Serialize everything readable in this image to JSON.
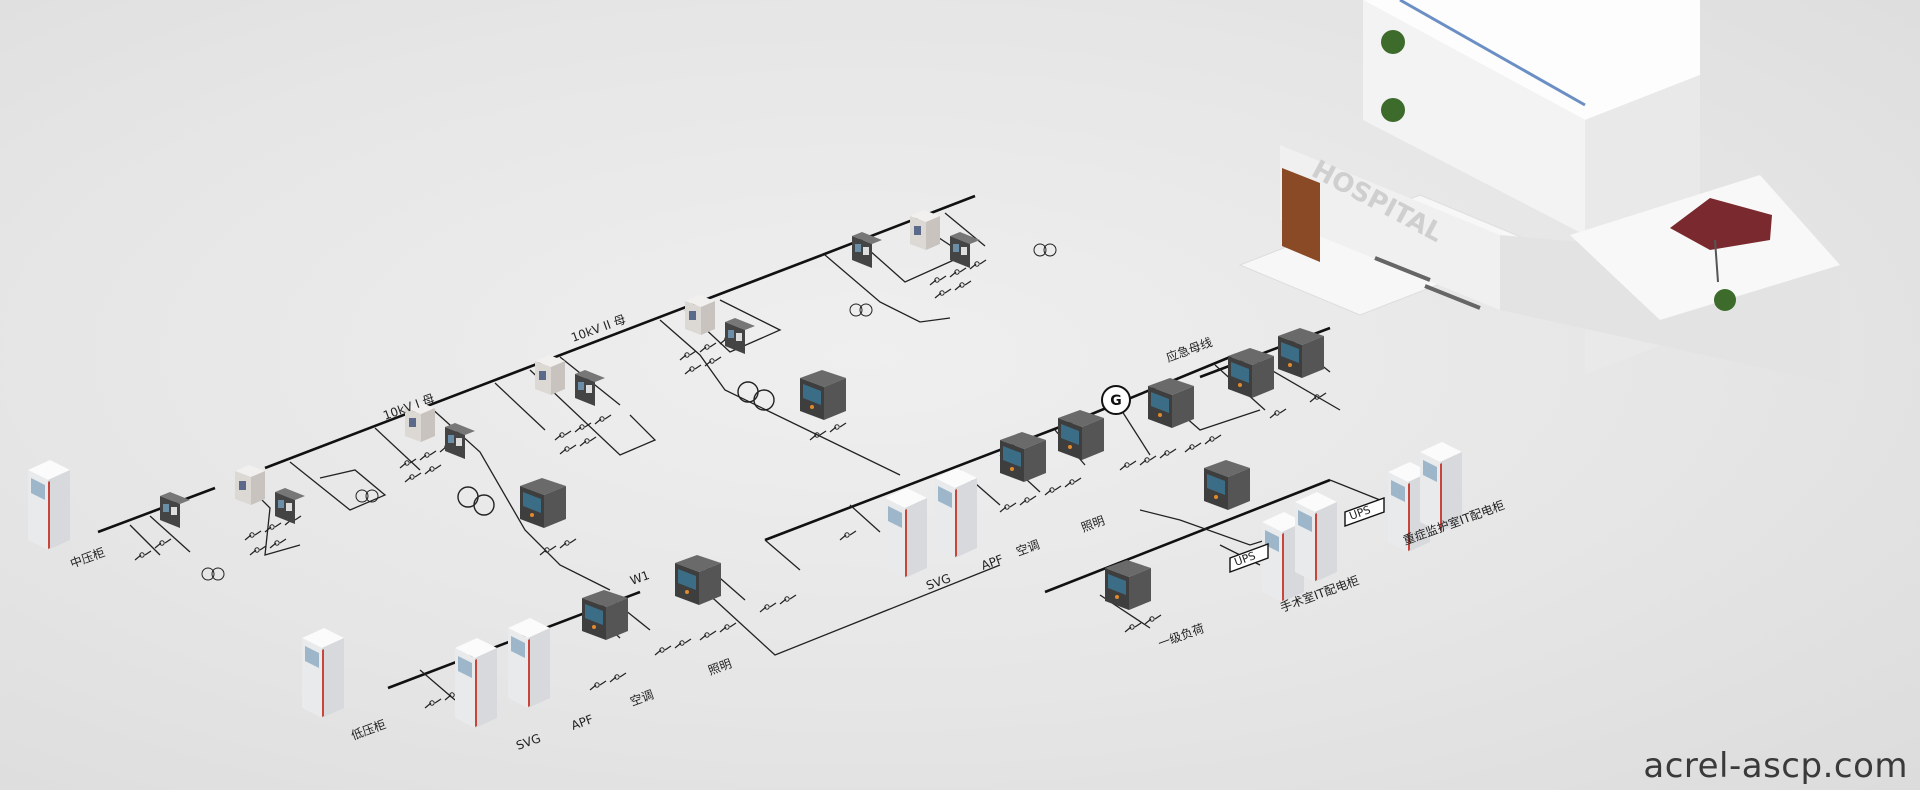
{
  "labels": {
    "mv_cabinet": "中压柜",
    "bus_10kv_1": "10kV I 母",
    "bus_10kv_2": "10kV II 母",
    "lv_cabinet": "低压柜",
    "svg_low": "SVG",
    "apf_low": "APF",
    "ac_low": "空调",
    "lighting_low": "照明",
    "w1": "W1",
    "svg_up": "SVG",
    "apf_up": "APF",
    "ac_up": "空调",
    "lighting_up": "照明",
    "emergency_bus": "应急母线",
    "ups_left": "UPS",
    "ups_right": "UPS",
    "or_it_cabinet": "手术室IT配电柜",
    "icu_it_cabinet": "重症监护室IT配电柜",
    "class1_load": "一级负荷",
    "generator": "G",
    "hospital_sign": "HOSPITAL"
  },
  "watermark": "acrel-ascp.com",
  "colors": {
    "background": "#e6e6e6",
    "meter_dark": "#4a4a4a",
    "meter_screen": "#3b6e86",
    "cabinet_accent": "#c8453c",
    "building_wood": "#8a4a26",
    "umbrella": "#7a2a2e"
  }
}
